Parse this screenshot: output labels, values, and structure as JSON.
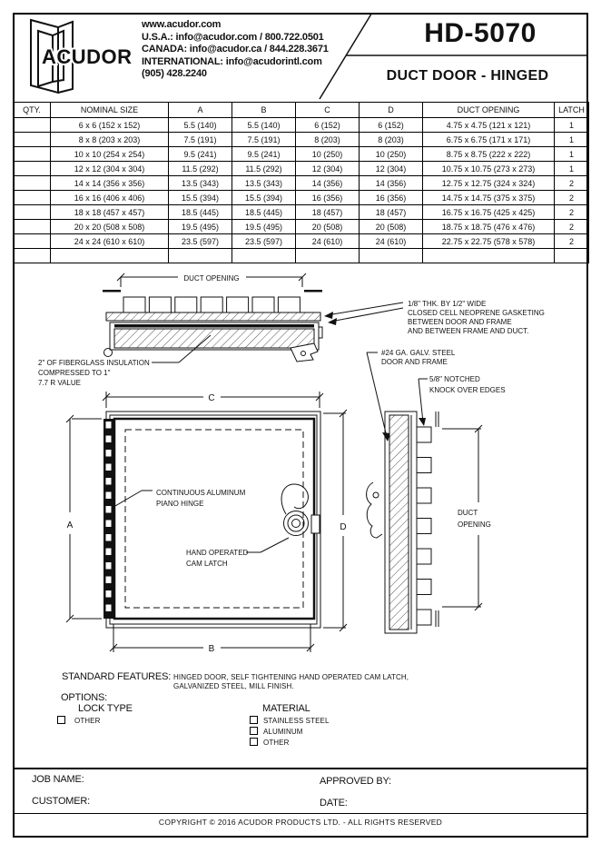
{
  "header": {
    "logo_text": "ACUDOR",
    "website": "www.acudor.com",
    "usa": "U.S.A.: info@acudor.com / 800.722.0501",
    "canada": "CANADA: info@acudor.ca / 844.228.3671",
    "international": "INTERNATIONAL: info@acudorintl.com",
    "phone": "(905) 428.2240",
    "model": "HD-5070",
    "product": "DUCT DOOR - HINGED"
  },
  "table": {
    "columns": [
      "QTY.",
      "NOMINAL SIZE",
      "A",
      "B",
      "C",
      "D",
      "DUCT OPENING",
      "LATCH"
    ],
    "rows": [
      [
        "",
        "6 x 6  (152 x 152)",
        "5.5  (140)",
        "5.5  (140)",
        "6  (152)",
        "6  (152)",
        "4.75 x 4.75  (121 x 121)",
        "1"
      ],
      [
        "",
        "8 x 8  (203 x 203)",
        "7.5  (191)",
        "7.5  (191)",
        "8  (203)",
        "8  (203)",
        "6.75 x 6.75  (171 x 171)",
        "1"
      ],
      [
        "",
        "10 x 10  (254 x 254)",
        "9.5  (241)",
        "9.5  (241)",
        "10  (250)",
        "10  (250)",
        "8.75 x 8.75  (222 x 222)",
        "1"
      ],
      [
        "",
        "12 x 12  (304 x 304)",
        "11.5  (292)",
        "11.5  (292)",
        "12  (304)",
        "12  (304)",
        "10.75 x 10.75  (273 x 273)",
        "1"
      ],
      [
        "",
        "14 x 14  (356 x 356)",
        "13.5  (343)",
        "13.5  (343)",
        "14  (356)",
        "14  (356)",
        "12.75 x 12.75  (324 x 324)",
        "2"
      ],
      [
        "",
        "16 x 16  (406 x 406)",
        "15.5  (394)",
        "15.5  (394)",
        "16  (356)",
        "16  (356)",
        "14.75 x 14.75  (375 x 375)",
        "2"
      ],
      [
        "",
        "18 x 18  (457 x 457)",
        "18.5  (445)",
        "18.5  (445)",
        "18  (457)",
        "18  (457)",
        "16.75 x 16.75  (425 x 425)",
        "2"
      ],
      [
        "",
        "20 x 20  (508 x 508)",
        "19.5  (495)",
        "19.5  (495)",
        "20  (508)",
        "20  (508)",
        "18.75 x 18.75  (476 x 476)",
        "2"
      ],
      [
        "",
        "24 x 24  (610 x 610)",
        "23.5  (597)",
        "23.5  (597)",
        "24  (610)",
        "24  (610)",
        "22.75 x 22.75  (578 x 578)",
        "2"
      ],
      [
        "",
        "",
        "",
        "",
        "",
        "",
        "",
        ""
      ]
    ]
  },
  "diagram": {
    "top_dim": "DUCT OPENING",
    "gasket": [
      "1/8\" THK. BY 1/2\" WIDE",
      "CLOSED CELL NEOPRENE GASKETING",
      "BETWEEN DOOR AND FRAME",
      "AND BETWEEN FRAME AND DUCT."
    ],
    "insulation": [
      "2\" OF FIBERGLASS INSULATION",
      "COMPRESSED TO 1\"",
      "7.7 R VALUE"
    ],
    "steel": [
      "#24 GA. GALV. STEEL",
      "DOOR AND FRAME"
    ],
    "knock": [
      "5/8\" NOTCHED",
      "KNOCK OVER EDGES"
    ],
    "hinge": [
      "CONTINUOUS ALUMINUM",
      "PIANO HINGE"
    ],
    "latch": [
      "HAND OPERATED",
      "CAM LATCH"
    ],
    "side_dim": [
      "DUCT",
      "OPENING"
    ],
    "dims": {
      "a": "A",
      "b": "B",
      "c": "C",
      "d": "D"
    }
  },
  "features": {
    "label": "STANDARD FEATURES:",
    "line1": "HINGED DOOR, SELF TIGHTENING HAND OPERATED CAM LATCH,",
    "line2": "GALVANIZED STEEL, MILL FINISH."
  },
  "options": {
    "label": "OPTIONS:",
    "lock_type_label": "LOCK TYPE",
    "lock_items": [
      "OTHER"
    ],
    "material_label": "MATERIAL",
    "material_items": [
      "STAINLESS STEEL",
      "ALUMINUM",
      "OTHER"
    ]
  },
  "footer": {
    "job_name": "JOB NAME:",
    "customer": "CUSTOMER:",
    "approved_by": "APPROVED BY:",
    "date": "DATE:",
    "copyright": "COPYRIGHT © 2016  ACUDOR PRODUCTS LTD. - ALL RIGHTS RESERVED"
  }
}
